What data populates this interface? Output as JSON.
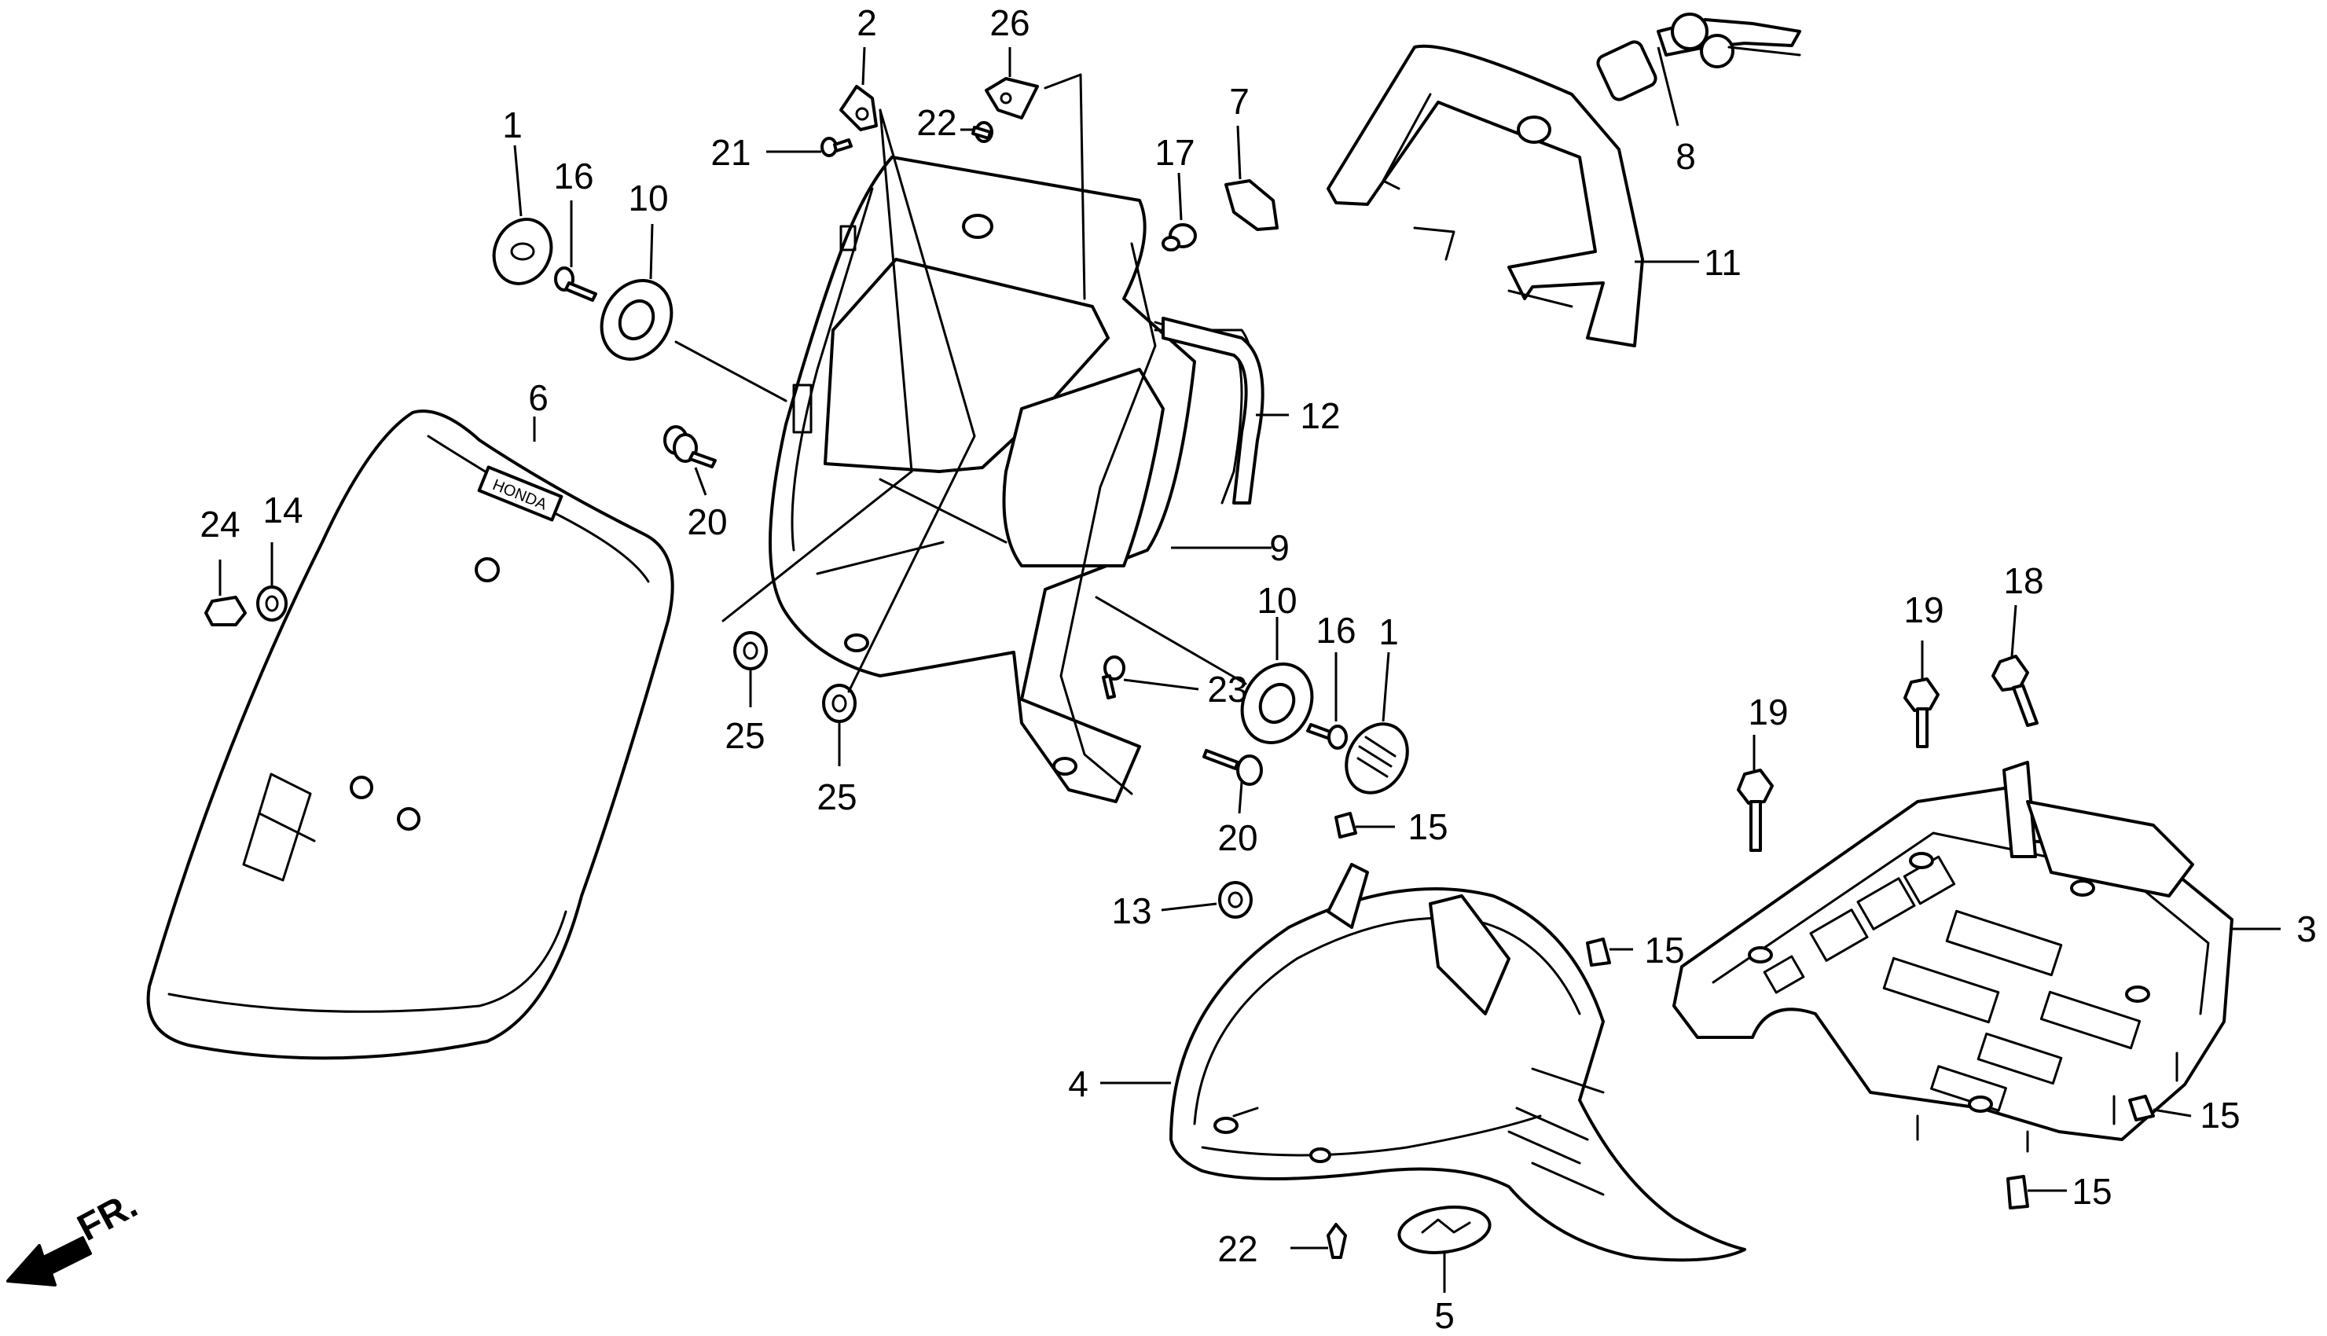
{
  "callouts": [
    "1",
    "16",
    "10",
    "2",
    "21",
    "22",
    "26",
    "17",
    "7",
    "8",
    "11",
    "12",
    "6",
    "24",
    "14",
    "20",
    "9",
    "10",
    "16",
    "1",
    "23",
    "25",
    "25",
    "20",
    "15",
    "13",
    "15",
    "4",
    "22",
    "5",
    "19",
    "19",
    "18",
    "3",
    "15",
    "15"
  ],
  "brand_marking": "HONDA",
  "direction_label": "FR."
}
